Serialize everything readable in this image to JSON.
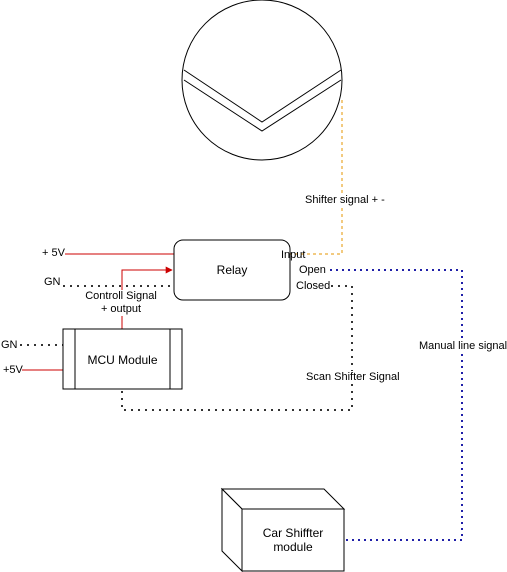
{
  "nodes": {
    "relay": {
      "label": "Relay"
    },
    "mcu": {
      "label": "MCU Module"
    },
    "car_shifter": {
      "label": "Car Shiffter\nmodule"
    }
  },
  "labels": {
    "relay_plus5v": "+ 5V",
    "relay_gn": "GN",
    "mcu_gn": "GN",
    "mcu_plus5v": "+5V",
    "control_signal": "Controll Signal\n+ output",
    "shifter_signal": "Shifter signal + -",
    "relay_input": "Input",
    "relay_open": "Open",
    "relay_closed": "Closed",
    "manual_line": "Manual line signal",
    "scan_shifter": "Scan Shifter Signal"
  },
  "colors": {
    "power_line": "#cc0000",
    "ground_line": "#333333",
    "manual_line": "#1f1fa8",
    "shifter_line": "#e69500",
    "stroke": "#000000"
  }
}
